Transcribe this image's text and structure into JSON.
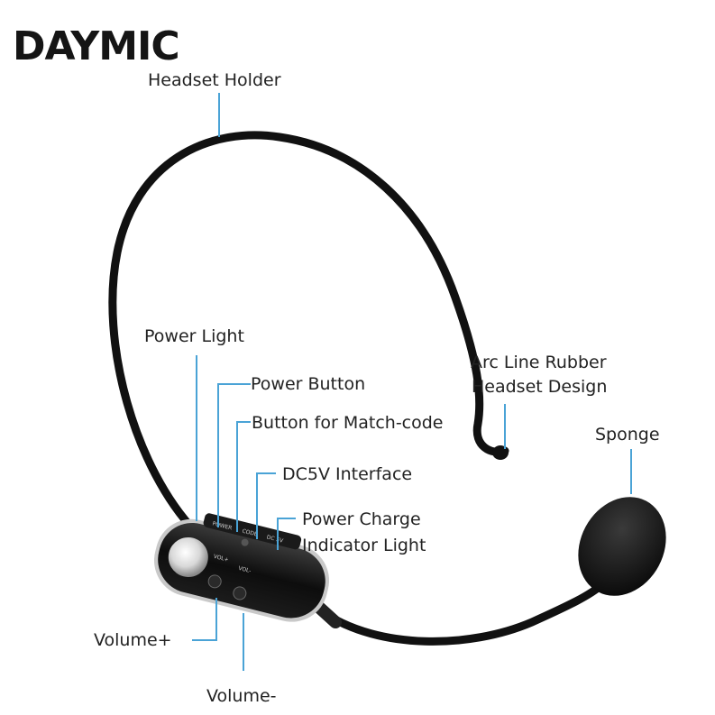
{
  "brand": {
    "logo_text": "DAYMIC"
  },
  "callouts": {
    "headset_holder": "Headset Holder",
    "power_light": "Power Light",
    "power_button": "Power Button",
    "match_code_button": "Button for Match-code",
    "dc5v_interface": "DC5V Interface",
    "power_charge_line1": "Power Charge",
    "power_charge_line2": "Indicator Light",
    "arc_line_line1": "Arc Line Rubber",
    "arc_line_line2": "Headset Design",
    "sponge": "Sponge",
    "volume_plus": "Volume+",
    "volume_minus": "Volume-"
  },
  "device_labels": {
    "power": "POWER",
    "code": "CODE",
    "dc5v": "DC 5V",
    "vol_plus": "VOL+",
    "vol_minus": "VOL-"
  },
  "colors": {
    "leader_line": "#4aa3d6",
    "headband": "#111111",
    "text": "#222222"
  }
}
